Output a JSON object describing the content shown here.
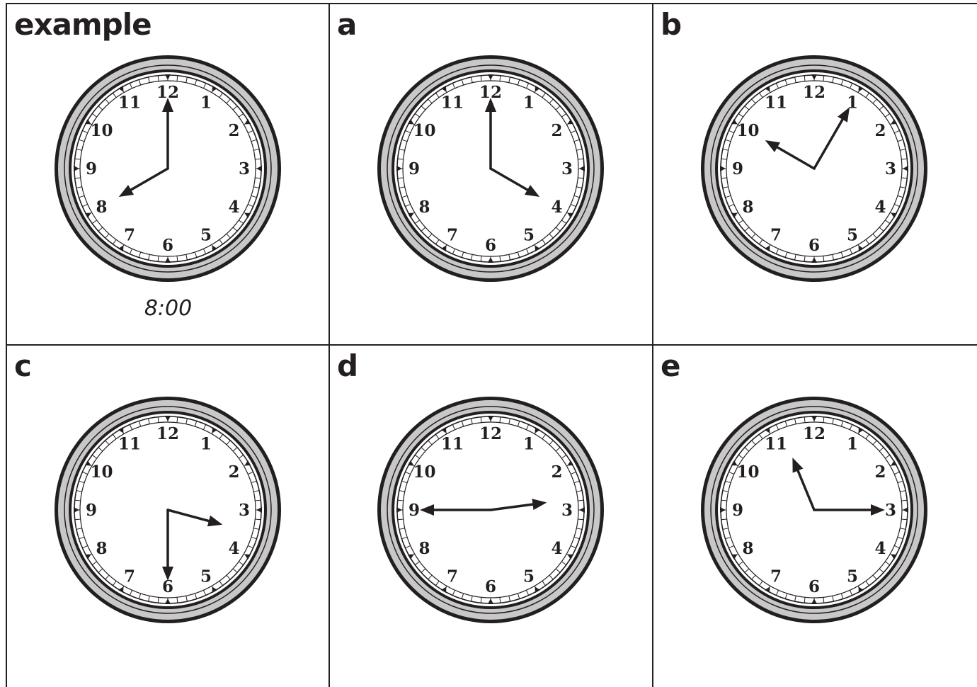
{
  "cells": [
    {
      "label": "example",
      "answer": "8:00",
      "hour_hand": 8.0,
      "minute_hand": 0
    },
    {
      "label": "a",
      "answer": "",
      "hour_hand": 4.0,
      "minute_hand": 0
    },
    {
      "label": "b",
      "answer": "",
      "hour_hand": 10.0,
      "minute_hand": 5
    },
    {
      "label": "c",
      "answer": "",
      "hour_hand": 3.5,
      "minute_hand": 30
    },
    {
      "label": "d",
      "answer": "",
      "hour_hand": 2.75,
      "minute_hand": 45
    },
    {
      "label": "e",
      "answer": "",
      "hour_hand": 11.25,
      "minute_hand": 15
    }
  ],
  "clock_numerals": [
    "12",
    "1",
    "2",
    "3",
    "4",
    "5",
    "6",
    "7",
    "8",
    "9",
    "10",
    "11"
  ],
  "colors": {
    "ink": "#231f20",
    "rim": "#c8c8c8",
    "background": "#ffffff"
  }
}
